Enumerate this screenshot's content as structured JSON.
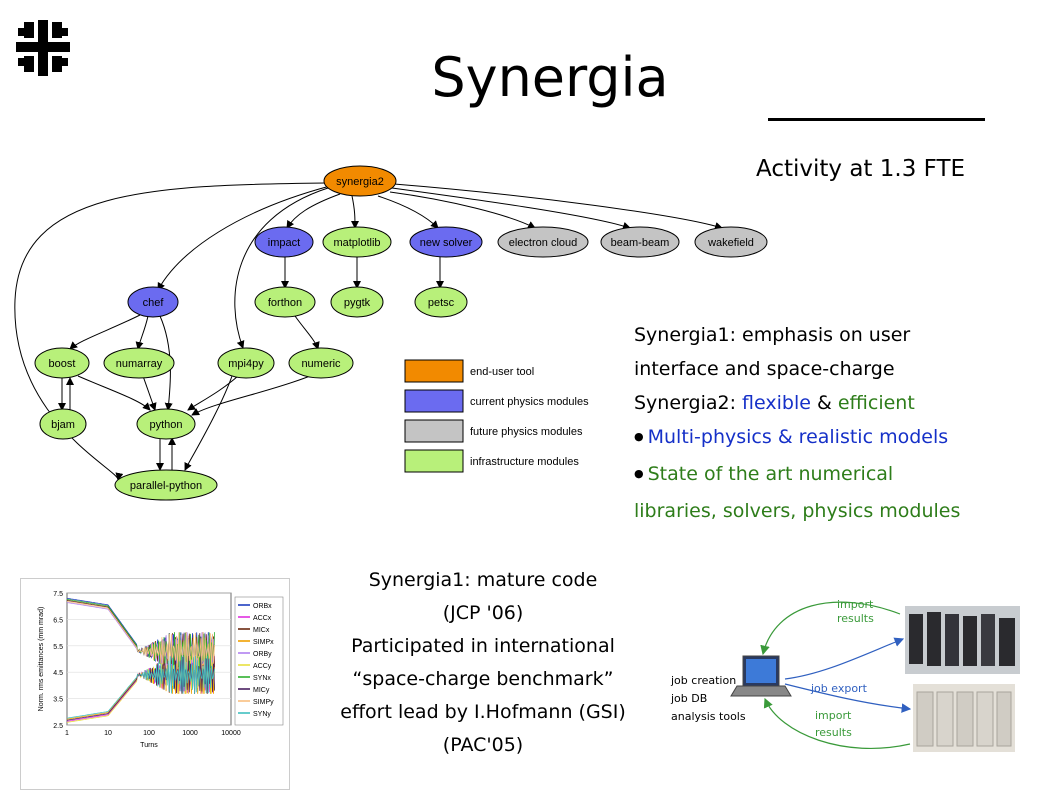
{
  "title": "Synergia",
  "activity": "Activity at 1.3 FTE",
  "colors": {
    "end_user": "#f28a00",
    "current": "#6b6bf0",
    "future": "#c4c4c4",
    "infra": "#b8f07a",
    "text_blue": "#1530c8",
    "text_green": "#2e7d1a"
  },
  "graph": {
    "nodes": {
      "synergia2": "synergia2",
      "impact": "impact",
      "matplotlib": "matplotlib",
      "new_solver": "new solver",
      "electron_cloud": "electron cloud",
      "beam_beam": "beam-beam",
      "wakefield": "wakefield",
      "chef": "chef",
      "forthon": "forthon",
      "pygtk": "pygtk",
      "petsc": "petsc",
      "boost": "boost",
      "numarray": "numarray",
      "mpi4py": "mpi4py",
      "numeric": "numeric",
      "bjam": "bjam",
      "python": "python",
      "parallel_python": "parallel-python"
    },
    "legend": [
      {
        "label": "end-user tool",
        "color": "#f28a00"
      },
      {
        "label": "current physics modules",
        "color": "#6b6bf0"
      },
      {
        "label": "future physics modules",
        "color": "#c4c4c4"
      },
      {
        "label": "infrastructure modules",
        "color": "#b8f07a"
      }
    ]
  },
  "description": {
    "line1": "Synergia1: emphasis on user",
    "line2": "interface and space-charge",
    "line3_prefix": "Synergia2: ",
    "line3_flexible": "flexible",
    "line3_amp": " & ",
    "line3_efficient": "efficient",
    "bullet": "●",
    "bullet1": "Multi-physics & realistic models",
    "bullet2_a": "State of the art numerical",
    "bullet2_b": "libraries, solvers, physics modules"
  },
  "mature": {
    "line1": "Synergia1: mature code",
    "line2": "(JCP '06)",
    "line3": "Participated in international",
    "line4": "“space-charge benchmark”",
    "line5": "effort lead by I.Hofmann (GSI)",
    "line6": "(PAC'05)"
  },
  "chart_data": {
    "type": "line",
    "xscale": "log",
    "xlabel": "Turns",
    "ylabel": "Norm. rms emittances (mm mrad)",
    "xticks": [
      "1",
      "10",
      "100",
      "1000",
      "10000"
    ],
    "yticks": [
      "2.5",
      "3.5",
      "4.5",
      "5.5",
      "6.5",
      "7.5"
    ],
    "ylim": [
      2.5,
      7.5
    ],
    "xlim": [
      1,
      10000
    ],
    "series": [
      {
        "name": "ORBx",
        "color": "#1f3fbf"
      },
      {
        "name": "ACCx",
        "color": "#e030e0"
      },
      {
        "name": "MICx",
        "color": "#6a2a10"
      },
      {
        "name": "SIMPx",
        "color": "#f0a000"
      },
      {
        "name": "ORBy",
        "color": "#b080f0"
      },
      {
        "name": "ACCy",
        "color": "#e8e040"
      },
      {
        "name": "SYNx",
        "color": "#30b030"
      },
      {
        "name": "MICy",
        "color": "#4a2060"
      },
      {
        "name": "SIMPy",
        "color": "#f8c080"
      },
      {
        "name": "SYNy",
        "color": "#40c0c0"
      }
    ]
  },
  "workflow": {
    "import_results_top_1": "import",
    "import_results_top_2": "results",
    "job_creation": "job creation",
    "job_db": "job DB",
    "analysis_tools": "analysis tools",
    "job_export": "job export",
    "import_results_bottom_1": "import",
    "import_results_bottom_2": "results"
  }
}
